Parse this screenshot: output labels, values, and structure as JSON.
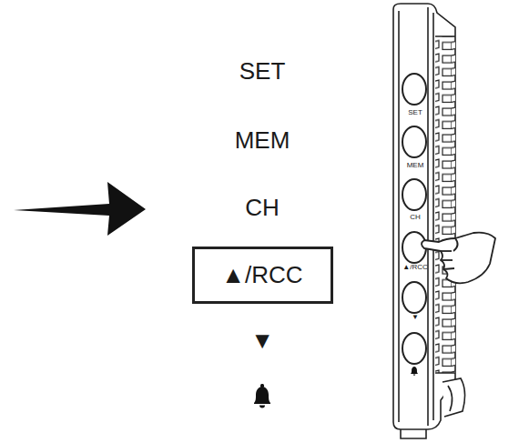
{
  "diagram": {
    "nodes": [
      {
        "text": [
          "▲/RCC"
        ]
      }
    ],
    "labels": [
      "SET",
      "MEM",
      "CH",
      "▼",
      "SET",
      "MEM",
      "CH",
      "▲/RCC",
      "▼"
    ]
  }
}
